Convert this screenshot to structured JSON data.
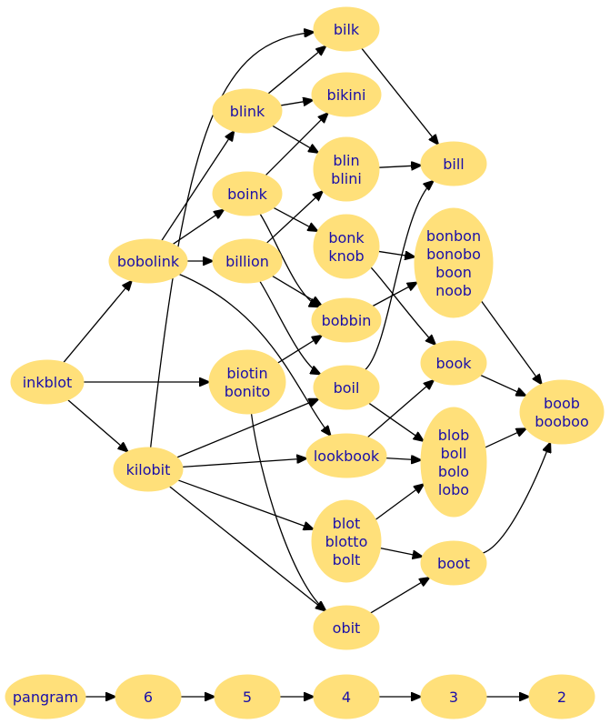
{
  "colors": {
    "node_fill": "#ffe07a",
    "node_text": "#1a0fa8",
    "edge": "#000000"
  },
  "nodes": [
    {
      "id": "bilk",
      "lines": [
        "bilk"
      ]
    },
    {
      "id": "blink",
      "lines": [
        "blink"
      ]
    },
    {
      "id": "bikini",
      "lines": [
        "bikini"
      ]
    },
    {
      "id": "blin",
      "lines": [
        "blin",
        "blini"
      ]
    },
    {
      "id": "bill",
      "lines": [
        "bill"
      ]
    },
    {
      "id": "boink",
      "lines": [
        "boink"
      ]
    },
    {
      "id": "bonk",
      "lines": [
        "bonk",
        "knob"
      ]
    },
    {
      "id": "bonbon",
      "lines": [
        "bonbon",
        "bonobo",
        "boon",
        "noob"
      ]
    },
    {
      "id": "bobolink",
      "lines": [
        "bobolink"
      ]
    },
    {
      "id": "billion",
      "lines": [
        "billion"
      ]
    },
    {
      "id": "bobbin",
      "lines": [
        "bobbin"
      ]
    },
    {
      "id": "inkblot",
      "lines": [
        "inkblot"
      ]
    },
    {
      "id": "biotin",
      "lines": [
        "biotin",
        "bonito"
      ]
    },
    {
      "id": "boil",
      "lines": [
        "boil"
      ]
    },
    {
      "id": "book",
      "lines": [
        "book"
      ]
    },
    {
      "id": "boob",
      "lines": [
        "boob",
        "booboo"
      ]
    },
    {
      "id": "kilobit",
      "lines": [
        "kilobit"
      ]
    },
    {
      "id": "lookbook",
      "lines": [
        "lookbook"
      ]
    },
    {
      "id": "blob",
      "lines": [
        "blob",
        "boll",
        "bolo",
        "lobo"
      ]
    },
    {
      "id": "blot",
      "lines": [
        "blot",
        "blotto",
        "bolt"
      ]
    },
    {
      "id": "boot",
      "lines": [
        "boot"
      ]
    },
    {
      "id": "obit",
      "lines": [
        "obit"
      ]
    },
    {
      "id": "pangram",
      "lines": [
        "pangram"
      ]
    },
    {
      "id": "n6",
      "lines": [
        "6"
      ]
    },
    {
      "id": "n5",
      "lines": [
        "5"
      ]
    },
    {
      "id": "n4",
      "lines": [
        "4"
      ]
    },
    {
      "id": "n3",
      "lines": [
        "3"
      ]
    },
    {
      "id": "n2",
      "lines": [
        "2"
      ]
    }
  ],
  "edges": [
    {
      "from": "inkblot",
      "to": "bobolink"
    },
    {
      "from": "inkblot",
      "to": "biotin"
    },
    {
      "from": "inkblot",
      "to": "kilobit"
    },
    {
      "from": "bobolink",
      "to": "blink"
    },
    {
      "from": "bobolink",
      "to": "boink"
    },
    {
      "from": "bobolink",
      "to": "billion"
    },
    {
      "from": "bobolink",
      "to": "lookbook"
    },
    {
      "from": "kilobit",
      "to": "bilk"
    },
    {
      "from": "kilobit",
      "to": "boil"
    },
    {
      "from": "kilobit",
      "to": "lookbook"
    },
    {
      "from": "kilobit",
      "to": "blot"
    },
    {
      "from": "kilobit",
      "to": "obit"
    },
    {
      "from": "blink",
      "to": "bilk"
    },
    {
      "from": "blink",
      "to": "bikini"
    },
    {
      "from": "blink",
      "to": "blin"
    },
    {
      "from": "boink",
      "to": "bikini"
    },
    {
      "from": "boink",
      "to": "bonk"
    },
    {
      "from": "boink",
      "to": "bobbin"
    },
    {
      "from": "billion",
      "to": "blin"
    },
    {
      "from": "billion",
      "to": "bobbin"
    },
    {
      "from": "billion",
      "to": "boil"
    },
    {
      "from": "biotin",
      "to": "bobbin"
    },
    {
      "from": "biotin",
      "to": "obit"
    },
    {
      "from": "bilk",
      "to": "bill"
    },
    {
      "from": "blin",
      "to": "bill"
    },
    {
      "from": "bonk",
      "to": "bonbon"
    },
    {
      "from": "bonk",
      "to": "book"
    },
    {
      "from": "bobbin",
      "to": "bonbon"
    },
    {
      "from": "boil",
      "to": "bill"
    },
    {
      "from": "boil",
      "to": "blob"
    },
    {
      "from": "lookbook",
      "to": "book"
    },
    {
      "from": "lookbook",
      "to": "blob"
    },
    {
      "from": "blot",
      "to": "blob"
    },
    {
      "from": "blot",
      "to": "boot"
    },
    {
      "from": "obit",
      "to": "boot"
    },
    {
      "from": "bonbon",
      "to": "boob"
    },
    {
      "from": "book",
      "to": "boob"
    },
    {
      "from": "blob",
      "to": "boob"
    },
    {
      "from": "boot",
      "to": "boob"
    },
    {
      "from": "pangram",
      "to": "n6"
    },
    {
      "from": "n6",
      "to": "n5"
    },
    {
      "from": "n5",
      "to": "n4"
    },
    {
      "from": "n4",
      "to": "n3"
    },
    {
      "from": "n3",
      "to": "n2"
    }
  ]
}
